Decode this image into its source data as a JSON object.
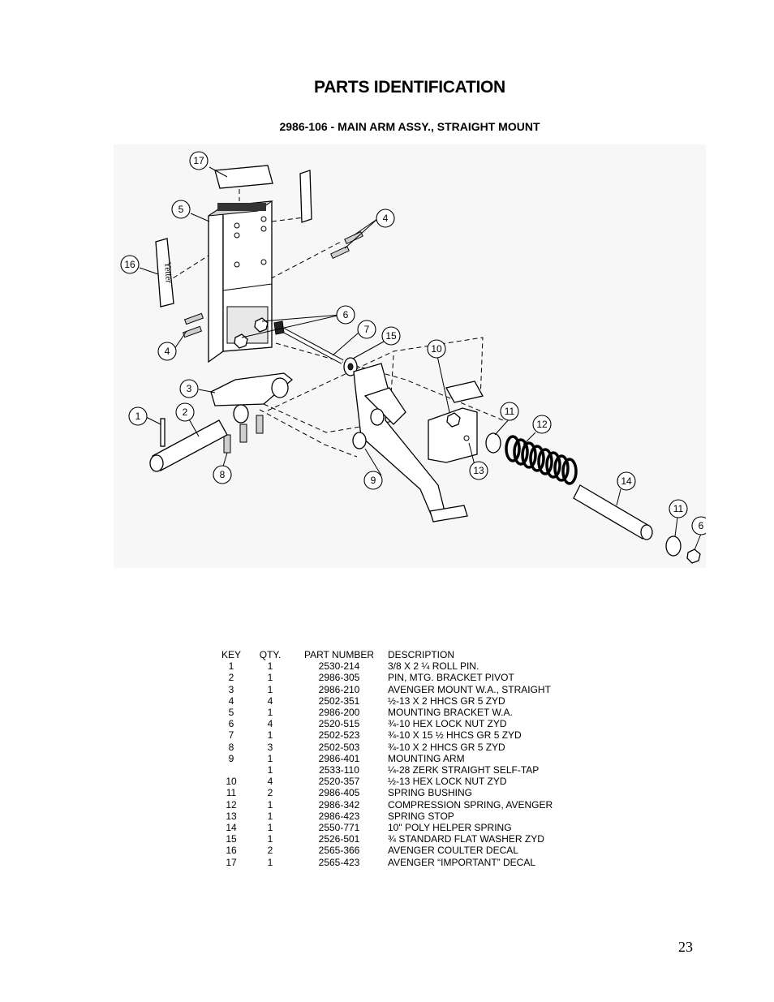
{
  "header": {
    "title": "PARTS IDENTIFICATION",
    "subtitle": "2986-106 - MAIN ARM ASSY., STRAIGHT MOUNT"
  },
  "diagram": {
    "decal_text": "Yetter",
    "callouts": [
      "17",
      "5",
      "16",
      "4",
      "6",
      "7",
      "15",
      "10",
      "4",
      "3",
      "2",
      "1",
      "8",
      "9",
      "11",
      "12",
      "13",
      "14",
      "11",
      "6"
    ]
  },
  "table": {
    "headers": {
      "key": "KEY",
      "qty": "QTY.",
      "part": "PART NUMBER",
      "desc": "DESCRIPTION"
    },
    "rows": [
      {
        "key": "1",
        "qty": "1",
        "part": "2530-214",
        "desc": "3/8 X 2 ¼ ROLL PIN."
      },
      {
        "key": "2",
        "qty": "1",
        "part": "2986-305",
        "desc": "PIN, MTG. BRACKET PIVOT"
      },
      {
        "key": "3",
        "qty": "1",
        "part": "2986-210",
        "desc": "AVENGER MOUNT W.A., STRAIGHT"
      },
      {
        "key": "4",
        "qty": "4",
        "part": "2502-351",
        "desc": "½-13 X 2 HHCS GR 5 ZYD"
      },
      {
        "key": "5",
        "qty": "1",
        "part": "2986-200",
        "desc": "MOUNTING BRACKET W.A."
      },
      {
        "key": "6",
        "qty": "4",
        "part": "2520-515",
        "desc": "¾-10 HEX LOCK NUT ZYD"
      },
      {
        "key": "7",
        "qty": "1",
        "part": "2502-523",
        "desc": "¾-10 X 15 ½ HHCS GR 5 ZYD"
      },
      {
        "key": "8",
        "qty": "3",
        "part": "2502-503",
        "desc": "¾-10 X 2 HHCS GR 5 ZYD"
      },
      {
        "key": "9",
        "qty": "1",
        "part": "2986-401",
        "desc": "MOUNTING ARM"
      },
      {
        "key": "",
        "qty": "1",
        "part": "2533-110",
        "desc": "¼-28 ZERK STRAIGHT SELF-TAP"
      },
      {
        "key": "10",
        "qty": "4",
        "part": "2520-357",
        "desc": "½-13 HEX LOCK NUT ZYD"
      },
      {
        "key": "11",
        "qty": "2",
        "part": "2986-405",
        "desc": "SPRING BUSHING"
      },
      {
        "key": "12",
        "qty": "1",
        "part": "2986-342",
        "desc": "COMPRESSION SPRING, AVENGER"
      },
      {
        "key": "13",
        "qty": "1",
        "part": "2986-423",
        "desc": "SPRING STOP"
      },
      {
        "key": "14",
        "qty": "1",
        "part": "2550-771",
        "desc": "10\" POLY HELPER SPRING"
      },
      {
        "key": "15",
        "qty": "1",
        "part": "2526-501",
        "desc": "¾ STANDARD FLAT WASHER ZYD"
      },
      {
        "key": "16",
        "qty": "2",
        "part": "2565-366",
        "desc": "AVENGER COULTER DECAL"
      },
      {
        "key": "17",
        "qty": "1",
        "part": "2565-423",
        "desc": "AVENGER “IMPORTANT” DECAL"
      }
    ]
  },
  "footer": {
    "page_number": "23"
  }
}
